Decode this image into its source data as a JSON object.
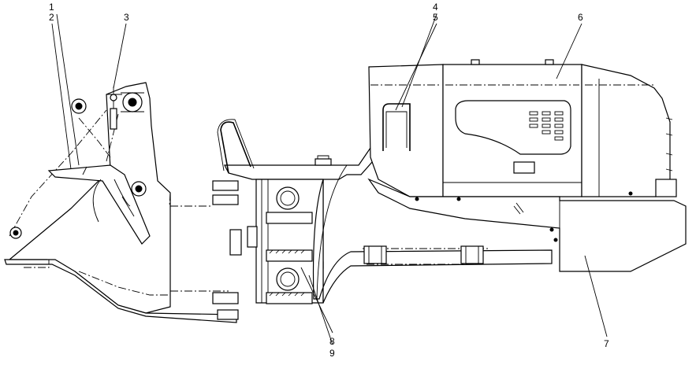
{
  "callouts": [
    {
      "id": "c1",
      "label": "1"
    },
    {
      "id": "c2",
      "label": "2"
    },
    {
      "id": "c3",
      "label": "3"
    },
    {
      "id": "c4",
      "label": "4"
    },
    {
      "id": "c5",
      "label": "5"
    },
    {
      "id": "c6",
      "label": "6"
    },
    {
      "id": "c7",
      "label": "7"
    },
    {
      "id": "c8",
      "label": "8"
    },
    {
      "id": "c9",
      "label": "9"
    }
  ]
}
